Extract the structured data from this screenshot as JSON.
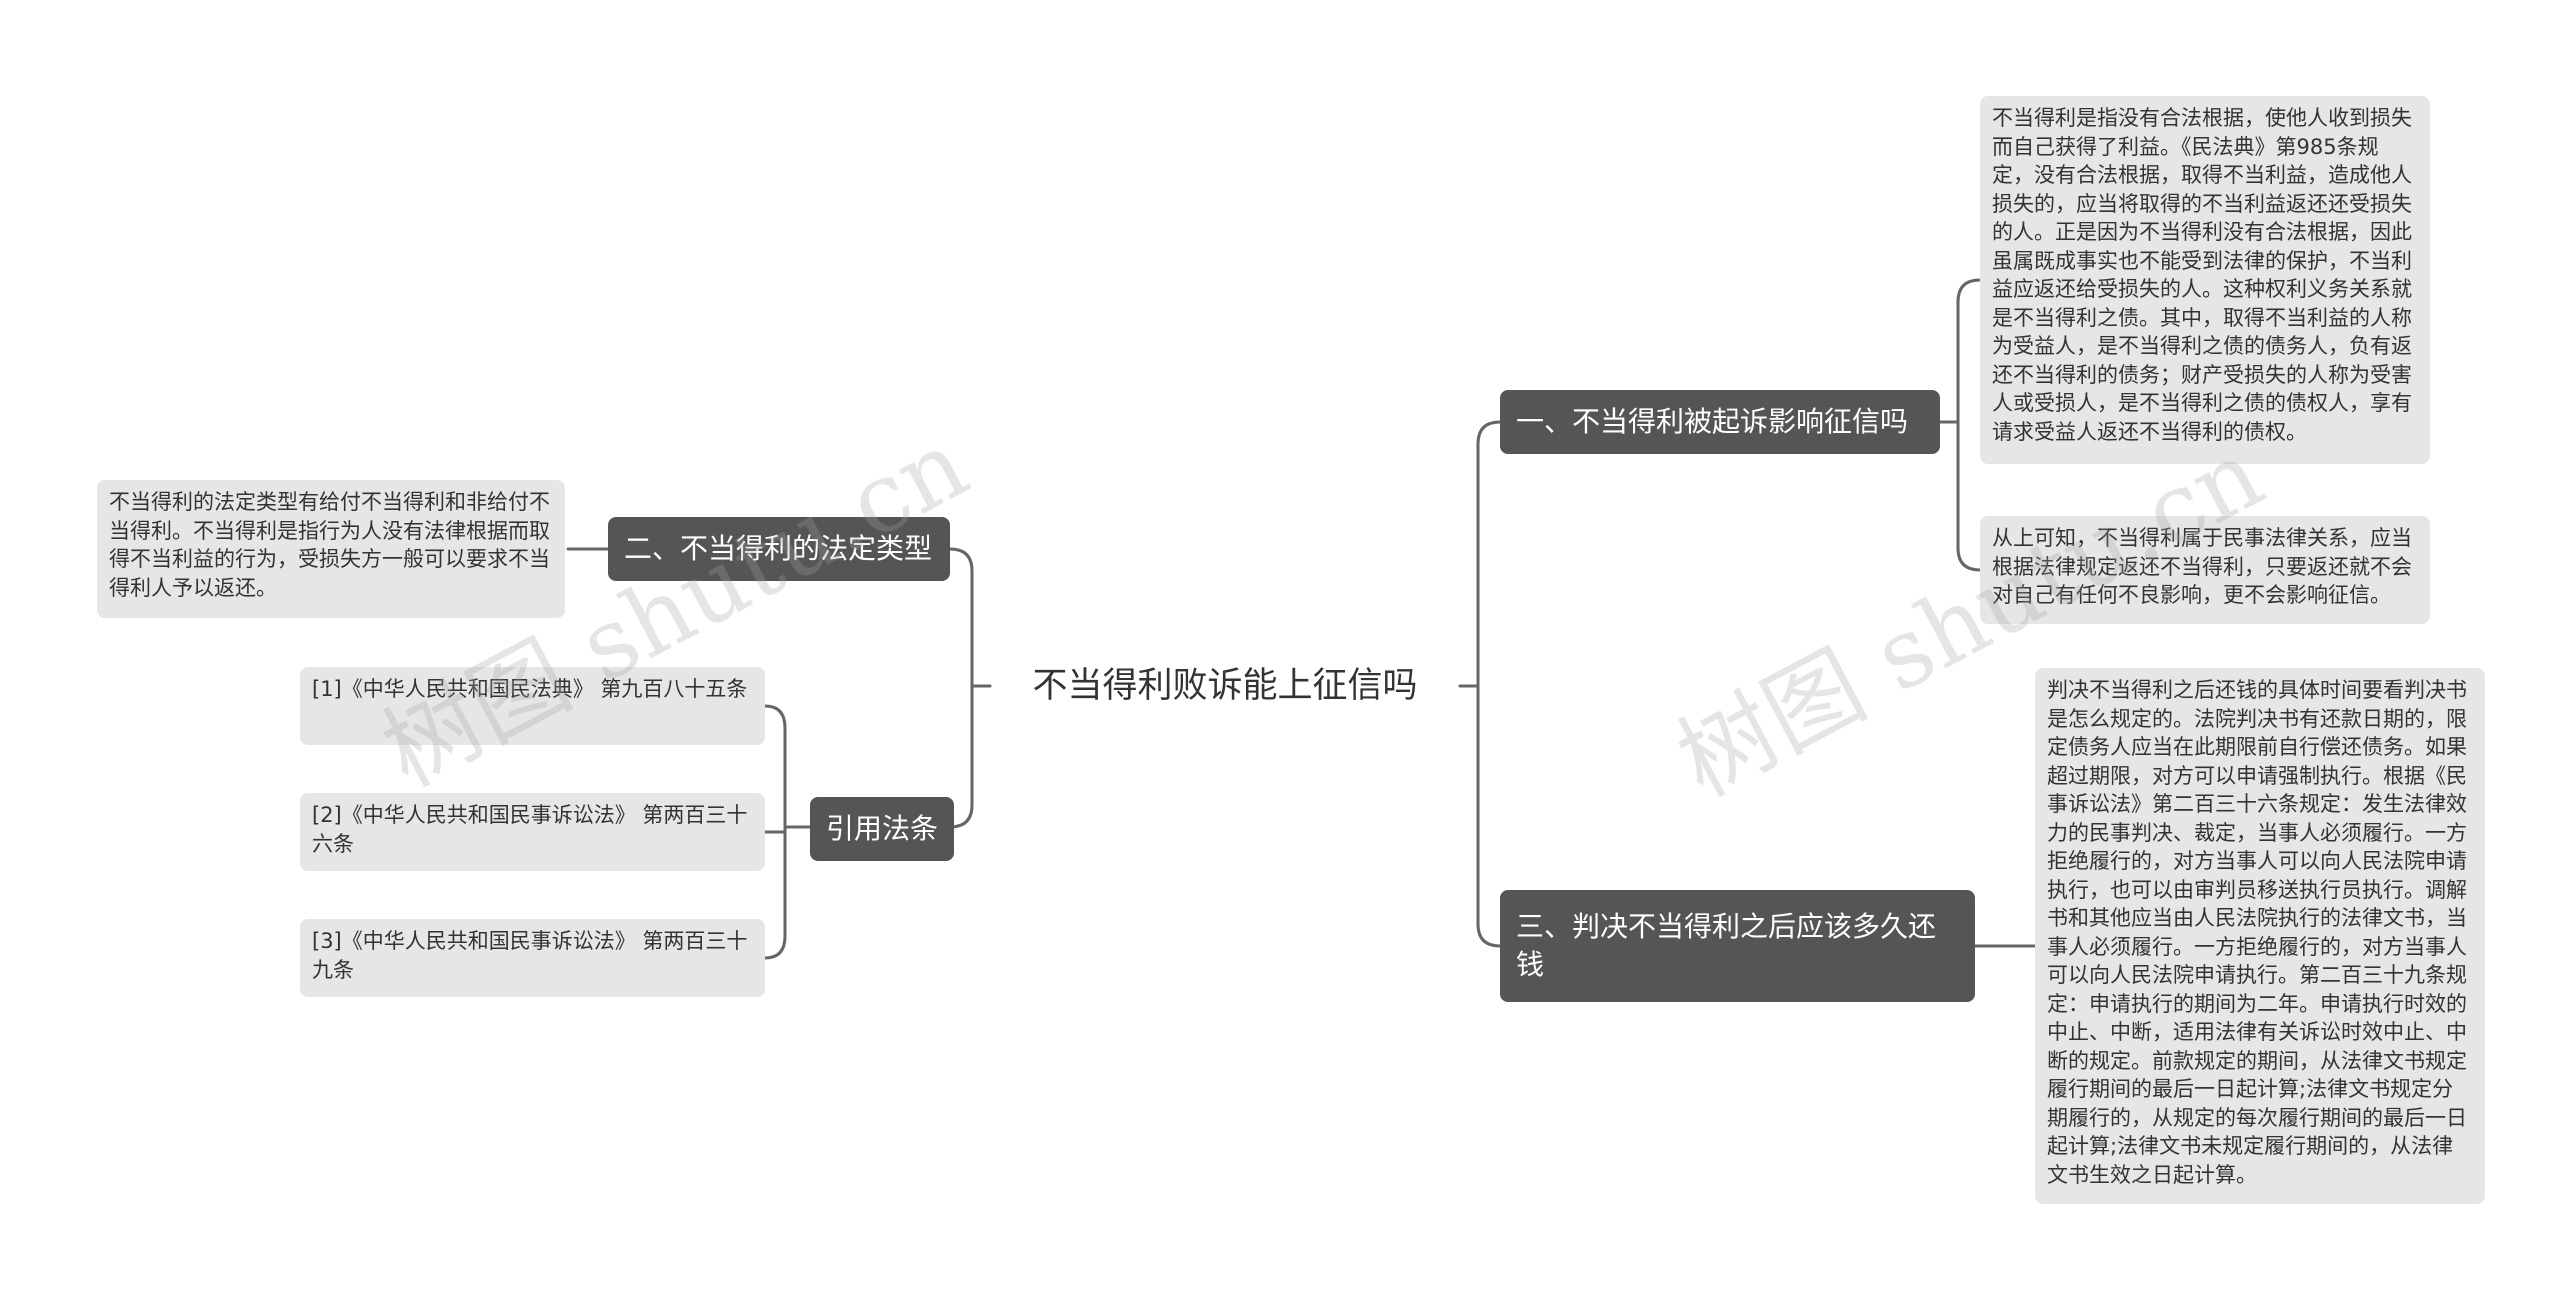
{
  "root": {
    "label": "不当得利败诉能上征信吗"
  },
  "branches": {
    "b1": {
      "label": "一、不当得利被起诉影响征信吗"
    },
    "b2": {
      "label": "二、不当得利的法定类型"
    },
    "b3": {
      "label": "三、判决不当得利之后应该多久还钱"
    },
    "b4": {
      "label": "引用法条"
    }
  },
  "leaves": {
    "b1_1": "不当得利是指没有合法根据，使他人收到损失而自己获得了利益。《民法典》第985条规定，没有合法根据，取得不当利益，造成他人损失的，应当将取得的不当利益返还还受损失的人。正是因为不当得利没有合法根据，因此虽属既成事实也不能受到法律的保护，不当利益应返还给受损失的人。这种权利义务关系就是不当得利之债。其中，取得不当利益的人称为受益人，是不当得利之债的债务人，负有返还不当得利的债务；财产受损失的人称为受害人或受损人，是不当得利之债的债权人，享有请求受益人返还不当得利的债权。",
    "b1_2": "从上可知，不当得利属于民事法律关系，应当根据法律规定返还不当得利，只要返还就不会对自己有任何不良影响，更不会影响征信。",
    "b2_1": "不当得利的法定类型有给付不当得利和非给付不当得利。不当得利是指行为人没有法律根据而取得不当利益的行为，受损失方一般可以要求不当得利人予以返还。",
    "b3_1": "判决不当得利之后还钱的具体时间要看判决书是怎么规定的。法院判决书有还款日期的，限定债务人应当在此期限前自行偿还债务。如果超过期限，对方可以申请强制执行。根据《民事诉讼法》第二百三十六条规定：发生法律效力的民事判决、裁定，当事人必须履行。一方拒绝履行的，对方当事人可以向人民法院申请执行，也可以由审判员移送执行员执行。调解书和其他应当由人民法院执行的法律文书，当事人必须履行。一方拒绝履行的，对方当事人可以向人民法院申请执行。第二百三十九条规定：申请执行的期间为二年。申请执行时效的中止、中断，适用法律有关诉讼时效中止、中断的规定。前款规定的期间，从法律文书规定履行期间的最后一日起计算;法律文书规定分期履行的，从规定的每次履行期间的最后一日起计算;法律文书未规定履行期间的，从法律文书生效之日起计算。",
    "b4_1": "[1]《中华人民共和国民法典》 第九百八十五条",
    "b4_2": "[2]《中华人民共和国民事诉讼法》 第两百三十六条",
    "b4_3": "[3]《中华人民共和国民事诉讼法》 第两百三十九条"
  },
  "watermarks": [
    "树图 shutu.cn",
    "树图 shutu.cn"
  ],
  "colors": {
    "branch_bg": "#555555",
    "leaf_bg": "#e6e6e6",
    "line": "#666666",
    "text": "#333333"
  }
}
